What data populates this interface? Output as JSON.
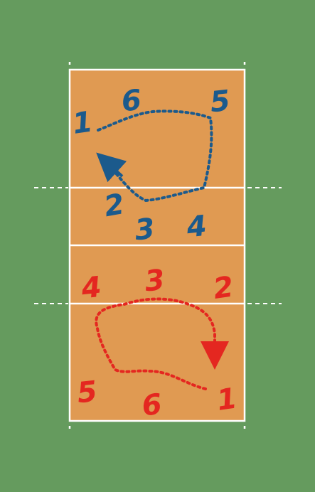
{
  "colors": {
    "background": "#659b5e",
    "court": "#e09a52",
    "lines": "#ffffff",
    "team_top": "#1b5a8c",
    "team_bottom": "#e42720"
  },
  "teams": {
    "top": {
      "positions": [
        {
          "pos": "1",
          "label": "1"
        },
        {
          "pos": "6",
          "label": "6"
        },
        {
          "pos": "5",
          "label": "5"
        },
        {
          "pos": "2",
          "label": "2"
        },
        {
          "pos": "3",
          "label": "3"
        },
        {
          "pos": "4",
          "label": "4"
        }
      ],
      "rotation_direction": "clockwise"
    },
    "bottom": {
      "positions": [
        {
          "pos": "4",
          "label": "4"
        },
        {
          "pos": "3",
          "label": "3"
        },
        {
          "pos": "2",
          "label": "2"
        },
        {
          "pos": "5",
          "label": "5"
        },
        {
          "pos": "6",
          "label": "6"
        },
        {
          "pos": "1",
          "label": "1"
        }
      ],
      "rotation_direction": "clockwise"
    }
  }
}
